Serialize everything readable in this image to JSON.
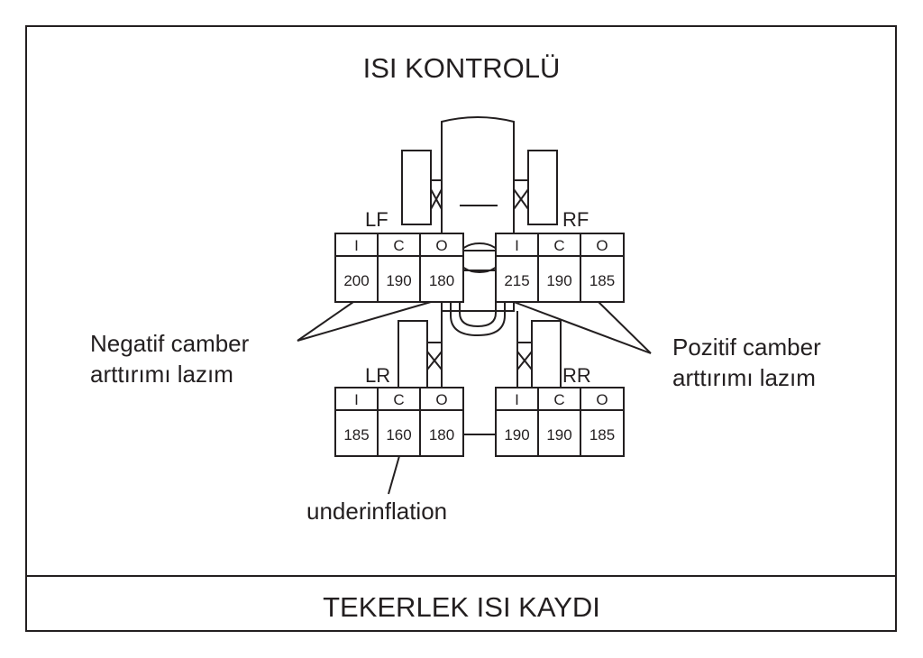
{
  "title": "ISI KONTROLÜ",
  "footer": "TEKERLEK ISI KAYDI",
  "column_headers": [
    "I",
    "C",
    "O"
  ],
  "tires": {
    "lf": {
      "label": "LF",
      "values": [
        "200",
        "190",
        "180"
      ]
    },
    "rf": {
      "label": "RF",
      "values": [
        "215",
        "190",
        "185"
      ]
    },
    "lr": {
      "label": "LR",
      "values": [
        "185",
        "160",
        "180"
      ]
    },
    "rr": {
      "label": "RR",
      "values": [
        "190",
        "190",
        "185"
      ]
    }
  },
  "notes": {
    "left": [
      "Negatif camber",
      "arttırımı lazım"
    ],
    "right": [
      "Pozitif camber",
      "arttırımı lazım"
    ],
    "bottom": "underinflation"
  },
  "colors": {
    "ink": "#231f20",
    "background": "#ffffff"
  }
}
